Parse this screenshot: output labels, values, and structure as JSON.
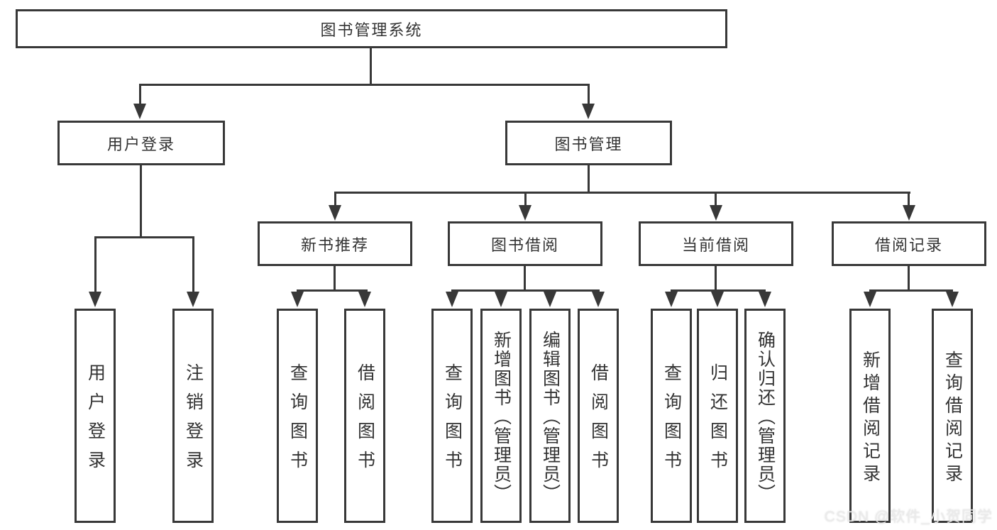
{
  "diagram": {
    "root": "图书管理系统",
    "branches": [
      {
        "label": "用户登录",
        "leaves": [
          "用户登录",
          "注销登录"
        ]
      },
      {
        "label": "图书管理",
        "sections": [
          {
            "label": "新书推荐",
            "leaves": [
              "查询图书",
              "借阅图书"
            ]
          },
          {
            "label": "图书借阅",
            "leaves": [
              "查询图书",
              "新增图书（管理员）",
              "编辑图书（管理员）",
              "借阅图书"
            ]
          },
          {
            "label": "当前借阅",
            "leaves": [
              "查询图书",
              "归还图书",
              "确认归还（管理员）"
            ]
          },
          {
            "label": "借阅记录",
            "leaves": [
              "新增借阅记录",
              "查询借阅记录"
            ]
          }
        ]
      }
    ]
  },
  "watermark": {
    "text": "CSDN @软件_小贺同学"
  },
  "colors": {
    "line": "#383838",
    "text": "#333333",
    "watermark": "#ebebeb",
    "background": "#ffffff"
  }
}
